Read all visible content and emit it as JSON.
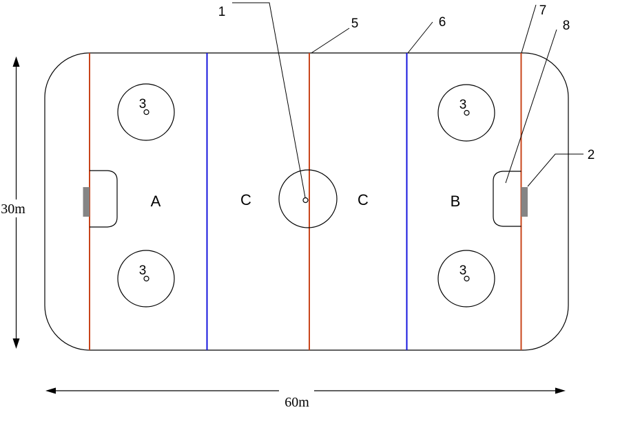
{
  "colors": {
    "boards": "#000000",
    "red_line": "#C8441A",
    "blue_line": "#1414DC",
    "goal_fill": "#858585",
    "background": "#FFFFFF"
  },
  "callouts": {
    "center_spot": "1",
    "goal": "2",
    "faceoff_circle": "3",
    "center_line": "5",
    "blue_line": "6",
    "goal_line": "7",
    "goal_crease": "8"
  },
  "zones": {
    "zone_a": "A",
    "zone_b": "B",
    "neutral_left": "C",
    "neutral_right": "C"
  },
  "dimensions": {
    "rink_height": "30m",
    "rink_width": "60m"
  }
}
